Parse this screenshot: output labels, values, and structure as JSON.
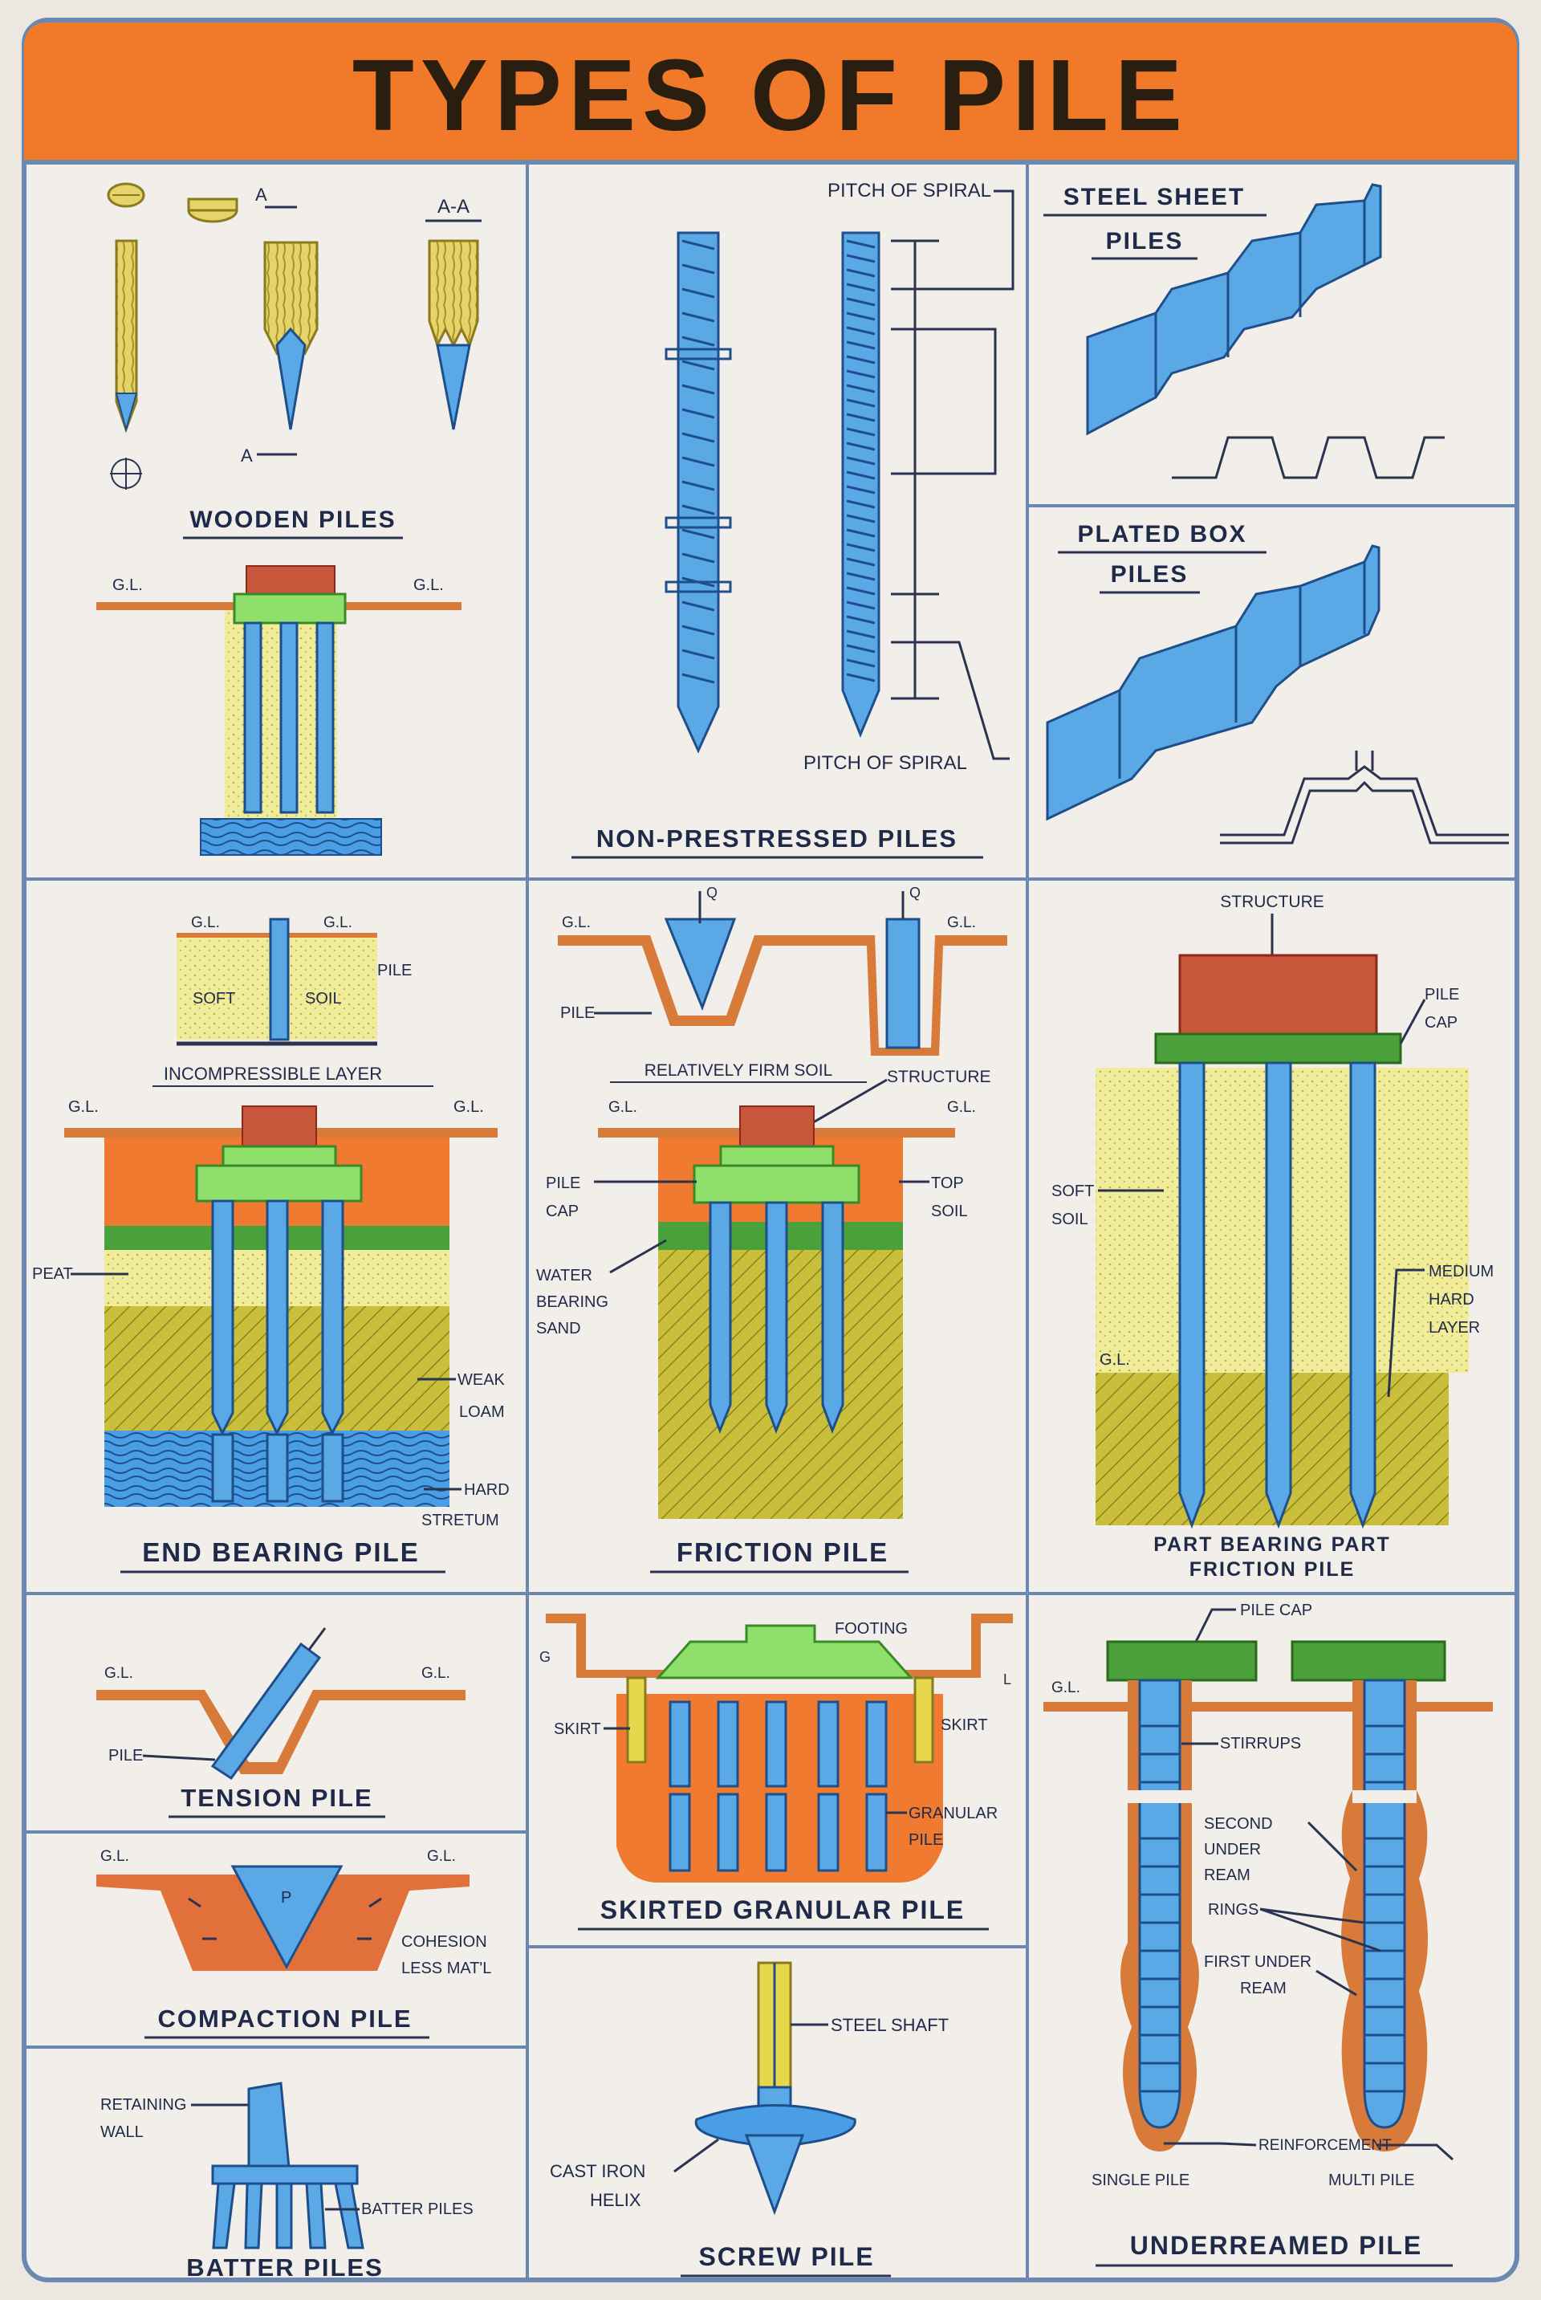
{
  "title": "TYPES OF PILE",
  "colors": {
    "header": "#f07a2a",
    "pile_blue": "#5aa8e6",
    "cap_green": "#8fe06a",
    "soil_yellow": "#f0ec9a",
    "loam_olive": "#c9bf3a",
    "orange_soil": "#f07a30",
    "structure_red": "#c8563a",
    "border": "#6a88b0"
  },
  "panels": {
    "wooden": {
      "title": "WOODEN PILES",
      "section_a": "A",
      "section_aa": "A-A",
      "gl_left": "G.L.",
      "gl_right": "G.L."
    },
    "non_prestressed": {
      "title": "NON-PRESTRESSED PILES",
      "pitch_top": "PITCH OF SPIRAL",
      "pitch_bottom": "PITCH OF SPIRAL"
    },
    "steel_sheet": {
      "title_line1": "STEEL SHEET",
      "title_line2": "PILES"
    },
    "plated_box": {
      "title_line1": "PLATED BOX",
      "title_line2": "PILES"
    },
    "end_bearing": {
      "title": "END BEARING PILE",
      "gl_a": "G.L.",
      "gl_b": "G.L.",
      "soft": "SOFT",
      "soil": "SOIL",
      "pile": "PILE",
      "incompressible": "INCOMPRESSIBLE LAYER",
      "gl_c": "G.L.",
      "gl_d": "G.L.",
      "peat": "PEAT",
      "weak": "WEAK",
      "loam": "LOAM",
      "hard": "HARD",
      "stretum": "STRETUM"
    },
    "friction": {
      "title": "FRICTION PILE",
      "gl_a": "G.L.",
      "gl_b": "G.L.",
      "q1": "Q",
      "q2": "Q",
      "pile": "PILE",
      "firm_soil": "RELATIVELY FIRM SOIL",
      "structure": "STRUCTURE",
      "gl_c": "G.L.",
      "gl_d": "G.L.",
      "pile_cap_1": "PILE",
      "pile_cap_2": "CAP",
      "top_1": "TOP",
      "top_2": "SOIL",
      "water_1": "WATER",
      "water_2": "BEARING",
      "water_3": "SAND"
    },
    "part_bearing": {
      "title_line1": "PART BEARING PART",
      "title_line2": "FRICTION PILE",
      "structure": "STRUCTURE",
      "pile_cap_1": "PILE",
      "pile_cap_2": "CAP",
      "soft_1": "SOFT",
      "soft_2": "SOIL",
      "gl": "G.L.",
      "medium_1": "MEDIUM",
      "medium_2": "HARD",
      "medium_3": "LAYER"
    },
    "tension": {
      "title": "TENSION PILE",
      "gl_a": "G.L.",
      "gl_b": "G.L.",
      "pile": "PILE"
    },
    "compaction": {
      "title": "COMPACTION PILE",
      "gl_a": "G.L.",
      "gl_b": "G.L.",
      "p": "P",
      "cohesion_1": "COHESION",
      "cohesion_2": "LESS MAT'L"
    },
    "batter": {
      "title": "BATTER PILES",
      "retaining_1": "RETAINING",
      "retaining_2": "WALL",
      "batter_label": "BATTER PILES"
    },
    "skirted": {
      "title": "SKIRTED GRANULAR PILE",
      "footing": "FOOTING",
      "g1": "G",
      "g2": "L",
      "skirt_left": "SKIRT",
      "skirt_right": "SKIRT",
      "granular_1": "GRANULAR",
      "granular_2": "PILE"
    },
    "screw": {
      "title": "SCREW PILE",
      "steel_shaft": "STEEL SHAFT",
      "cast_1": "CAST IRON",
      "cast_2": "HELIX"
    },
    "underreamed": {
      "title": "UNDERREAMED PILE",
      "pile_cap": "PILE CAP",
      "gl": "G.L.",
      "stirrups": "STIRRUPS",
      "second_1": "SECOND",
      "second_2": "UNDER",
      "second_3": "REAM",
      "rings": "RINGS",
      "first_1": "FIRST UNDER",
      "first_2": "REAM",
      "reinforcement": "REINFORCEMENT",
      "single": "SINGLE PILE",
      "multi": "MULTI PILE"
    }
  }
}
